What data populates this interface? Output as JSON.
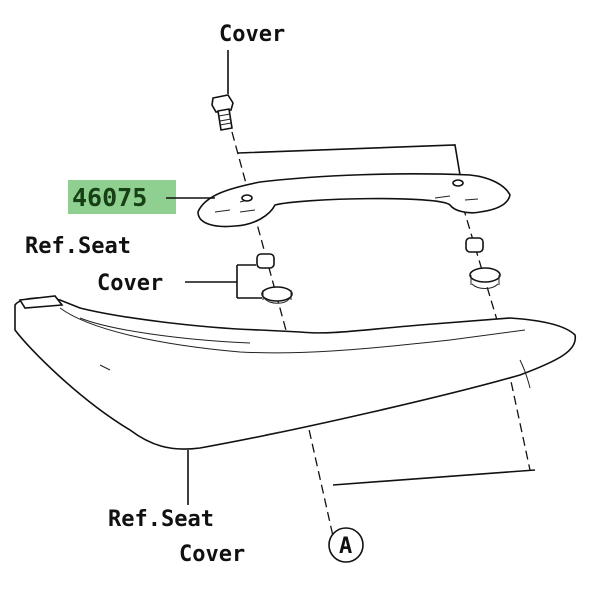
{
  "labels": {
    "top_cover": "Cover",
    "part_number": "46075",
    "ref_seat_cover_upper_line1": "Ref.Seat",
    "ref_seat_cover_upper_line2": "Cover",
    "ref_seat_cover_lower_line1": "Ref.Seat",
    "ref_seat_cover_lower_line2": "Cover",
    "reference_marker": "A"
  },
  "colors": {
    "part_highlight": "#8fcf8f",
    "part_text": "#174017"
  }
}
